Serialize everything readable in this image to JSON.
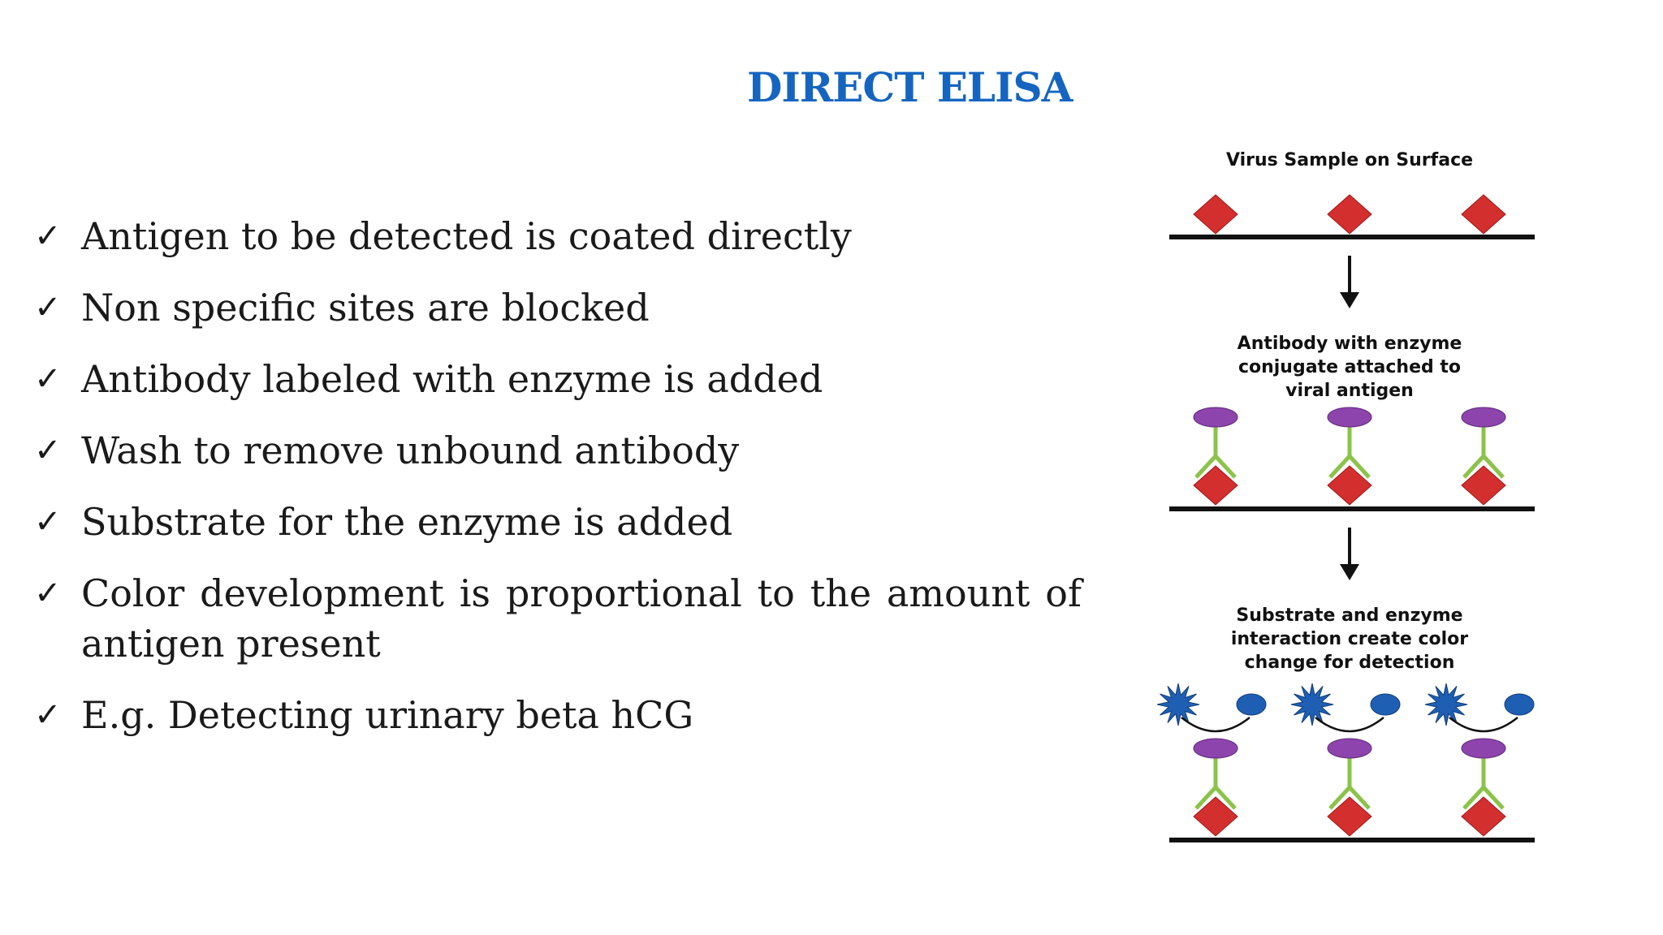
{
  "title": "DIRECT ELISA",
  "bullets": [
    "Antigen to be detected is coated directly",
    "Non specific sites are blocked",
    "Antibody labeled with enzyme is added",
    "Wash to remove unbound antibody",
    "Substrate for the enzyme is added",
    "Color development is proportional to the amount of antigen present",
    "E.g. Detecting urinary beta hCG"
  ],
  "check_glyph": "✓",
  "diagram": {
    "step1_label": "Virus Sample on Surface",
    "step2_label_lines": [
      "Antibody with enzyme",
      "conjugate  attached to",
      "viral antigen"
    ],
    "step3_label_lines": [
      "Substrate and enzyme",
      "interaction create color",
      "change for detection"
    ],
    "colors": {
      "antigen": "#d32f2f",
      "antibody": "#8bc34a",
      "enzyme": "#8e44ad",
      "substrate": "#1e5fb4",
      "surface": "#111111"
    },
    "icons": [
      "antigen-diamond-icon",
      "antibody-y-icon",
      "enzyme-ellipse-icon",
      "substrate-star-icon",
      "product-circle-icon",
      "down-arrow-icon"
    ]
  }
}
